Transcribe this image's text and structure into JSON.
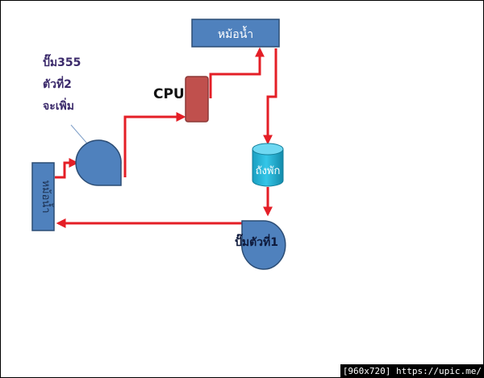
{
  "diagram": {
    "note_line1": "ปั๊ม355",
    "note_line2": "ตัวที่2",
    "note_line3": "จะเพิ่ม",
    "cpu_label": "CPU",
    "radiator_top_label": "หม้อน้ำ",
    "radiator_left_label": "หม้อน้ำ",
    "tank_label": "ถังพัก",
    "pump1_label": "ปั๊มตัวที่1"
  },
  "watermark": {
    "text": "[960x720] https://upic.me/"
  },
  "colors": {
    "box_fill": "#4f81bd",
    "box_stroke": "#2c4d75",
    "pipe": "#e41e26",
    "cpu_fill": "#c0504d",
    "tank_fill": "#1fb2d6",
    "note_text": "#3b2a6b"
  }
}
